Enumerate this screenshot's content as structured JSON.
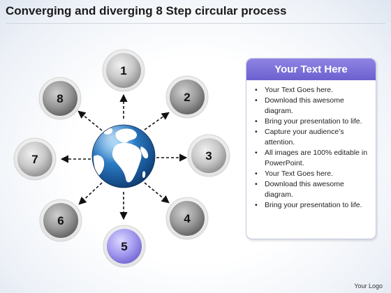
{
  "title": "Converging and diverging 8 Step circular process",
  "steps": [
    "1",
    "2",
    "3",
    "4",
    "5",
    "6",
    "7",
    "8"
  ],
  "highlighted_step": "5",
  "textbox": {
    "header": "Your Text Here",
    "items": [
      "Your Text Goes here.",
      "Download this awesome diagram.",
      "Bring your presentation to life.",
      "Capture your audience’s attention.",
      "All images are 100% editable in PowerPoint.",
      "Your Text Goes here.",
      "Download this awesome diagram.",
      "Bring your presentation to life."
    ]
  },
  "logo": "Your Logo",
  "colors": {
    "header_purple": "#7b70d8",
    "step_gray": "#8a8a8a",
    "step_highlight": "#8f86e6",
    "globe_blue": "#1f5f9e",
    "land_white": "#ffffff"
  },
  "icons": [
    "globe-icon",
    "dashed-arrow-icon"
  ]
}
